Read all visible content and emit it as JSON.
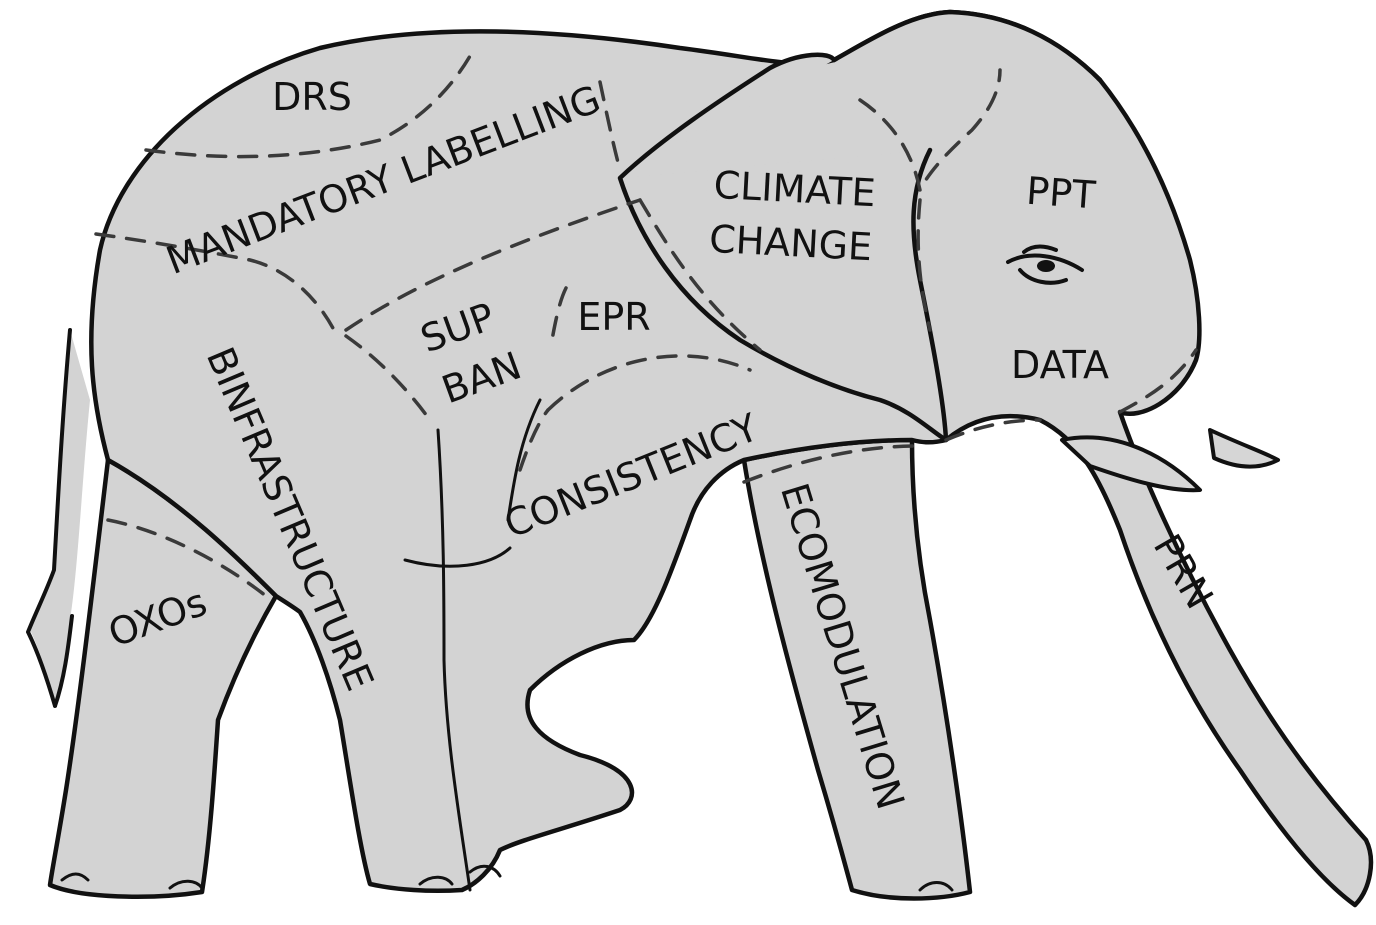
{
  "diagram": {
    "labels": {
      "drs": "DRS",
      "mandatory_labelling": "MANDATORY LABELLING",
      "climate_change_line1": "CLIMATE",
      "climate_change_line2": "CHANGE",
      "ppt": "PPT",
      "sup_ban_line1": "SUP",
      "sup_ban_line2": "BAN",
      "epr": "EPR",
      "data": "DATA",
      "binfrastructure": "BINFRASTRUCTURE",
      "consistency": "CONSISTENCY",
      "ecomodulation": "ECOMODULATION",
      "prn": "PRN",
      "oxos": "OXOs"
    },
    "colors": {
      "body_fill": "#d3d3d3",
      "outline": "#111111",
      "dashed_divider": "#3a3a3a",
      "background": "#ffffff"
    }
  }
}
